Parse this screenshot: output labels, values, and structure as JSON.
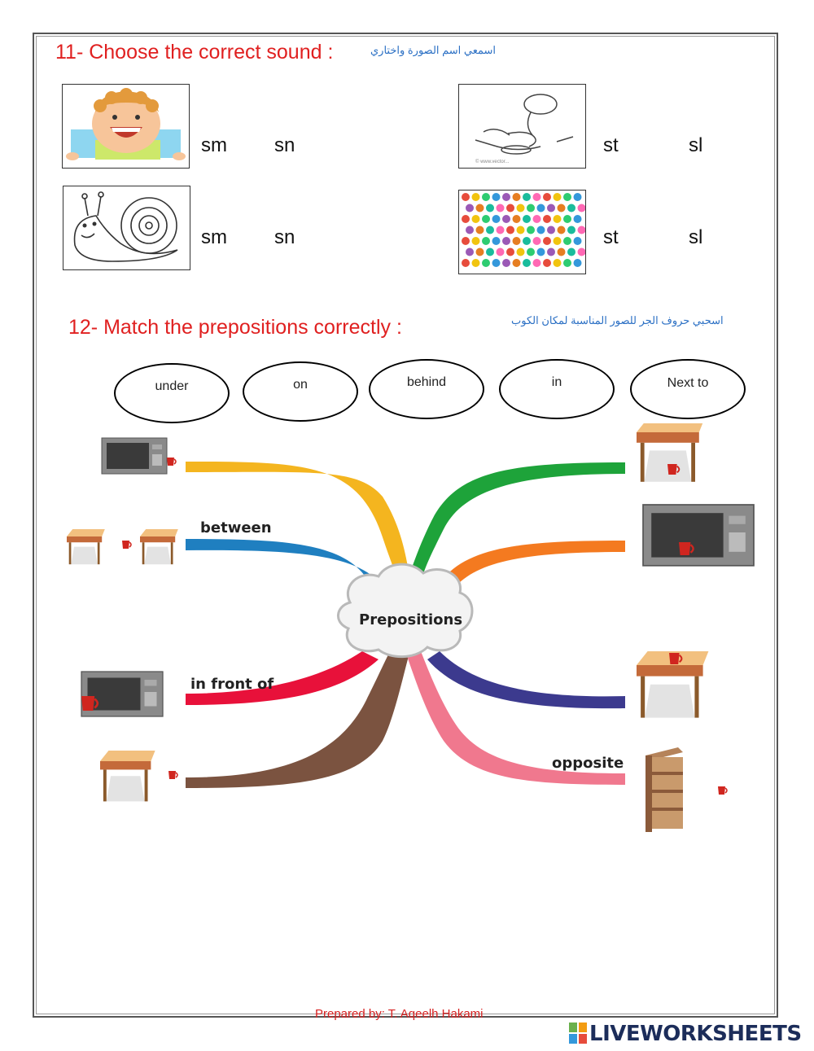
{
  "q11": {
    "title": "11-  Choose the correct sound :",
    "arabic": "اسمعي اسم الصورة واختاري",
    "rows": [
      {
        "left": {
          "opt1": "sm",
          "opt2": "sn"
        },
        "right": {
          "opt1": "st",
          "opt2": "sl"
        }
      },
      {
        "left": {
          "opt1": "sm",
          "opt2": "sn"
        },
        "right": {
          "opt1": "st",
          "opt2": "sl"
        }
      }
    ]
  },
  "q12": {
    "title": "12-  Match the prepositions correctly :",
    "arabic": "اسحبي حروف الجر للصور المناسبة لمكان الكوب",
    "options": [
      "under",
      "on",
      "behind",
      "in",
      "Next to"
    ],
    "center_label": "Prepositions",
    "labels": {
      "between": "between",
      "in_front_of": "in front of",
      "opposite": "opposite"
    },
    "colors": {
      "yellow": "#f4b51f",
      "blue": "#1f7fc0",
      "red": "#e8113a",
      "brown": "#7b5340",
      "green": "#1ea33a",
      "orange": "#f47a20",
      "purple": "#3c3a8e",
      "pink": "#f0788e"
    }
  },
  "footer": {
    "prepared": "Prepared by: T. Aqeelh Hakami",
    "logo": "LIVEWORKSHEETS"
  }
}
